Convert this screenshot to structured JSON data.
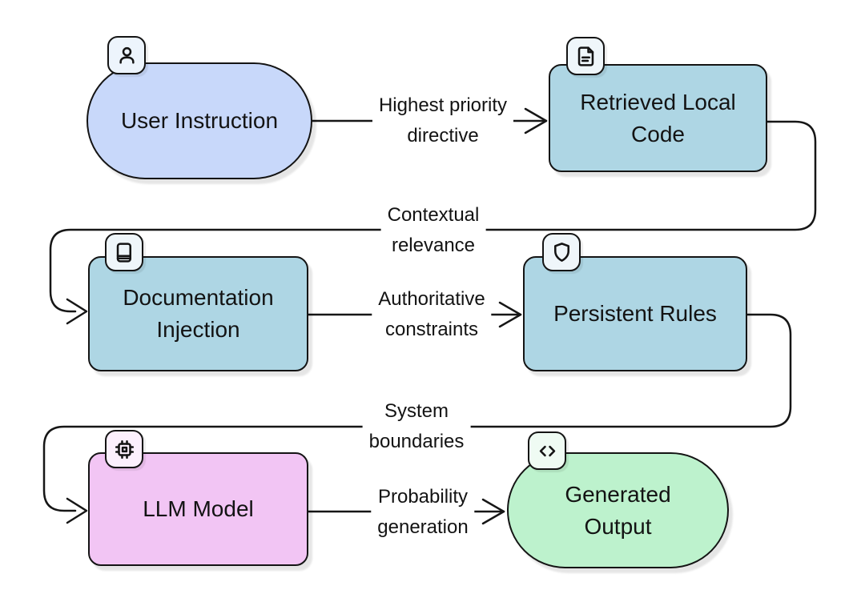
{
  "diagram": {
    "colors": {
      "background": "#ffffff",
      "node_border": "#141414",
      "edge": "#161616",
      "text": "#131313",
      "blue_fill": "#c8d8fa",
      "teal_fill": "#aed6e4",
      "pink_fill": "#f2c5f4",
      "green_fill": "#bdf2cd"
    },
    "nodes": [
      {
        "id": "user-instruction",
        "shape": "stadium",
        "icon": "user-icon",
        "fill": "#c8d8fa",
        "badge_fill": "#edf4fc",
        "lines": [
          "User Instruction"
        ]
      },
      {
        "id": "retrieved-local-code",
        "shape": "rounded-rect",
        "icon": "file-text-icon",
        "fill": "#aed6e4",
        "badge_fill": "#eff6fa",
        "lines": [
          "Retrieved Local",
          "Code"
        ]
      },
      {
        "id": "documentation-injection",
        "shape": "rounded-rect",
        "icon": "book-icon",
        "fill": "#aed6e4",
        "badge_fill": "#eff6fa",
        "lines": [
          "Documentation",
          "Injection"
        ]
      },
      {
        "id": "persistent-rules",
        "shape": "rounded-rect",
        "icon": "shield-icon",
        "fill": "#aed6e4",
        "badge_fill": "#eff6fa",
        "lines": [
          "Persistent Rules"
        ]
      },
      {
        "id": "llm-model",
        "shape": "rounded-rect",
        "icon": "cpu-icon",
        "fill": "#f2c5f4",
        "badge_fill": "#fcf0fd",
        "lines": [
          "LLM Model"
        ]
      },
      {
        "id": "generated-output",
        "shape": "stadium",
        "icon": "code-icon",
        "fill": "#bdf2cd",
        "badge_fill": "#effbf3",
        "lines": [
          "Generated",
          "Output"
        ]
      }
    ],
    "edges": [
      {
        "from": "user-instruction",
        "to": "retrieved-local-code",
        "lines": [
          "Highest priority",
          "directive"
        ]
      },
      {
        "from": "retrieved-local-code",
        "to": "documentation-injection",
        "lines": [
          "Contextual",
          "relevance"
        ]
      },
      {
        "from": "documentation-injection",
        "to": "persistent-rules",
        "lines": [
          "Authoritative",
          "constraints"
        ]
      },
      {
        "from": "persistent-rules",
        "to": "llm-model",
        "lines": [
          "System",
          "boundaries"
        ]
      },
      {
        "from": "llm-model",
        "to": "generated-output",
        "lines": [
          "Probability",
          "generation"
        ]
      }
    ]
  }
}
